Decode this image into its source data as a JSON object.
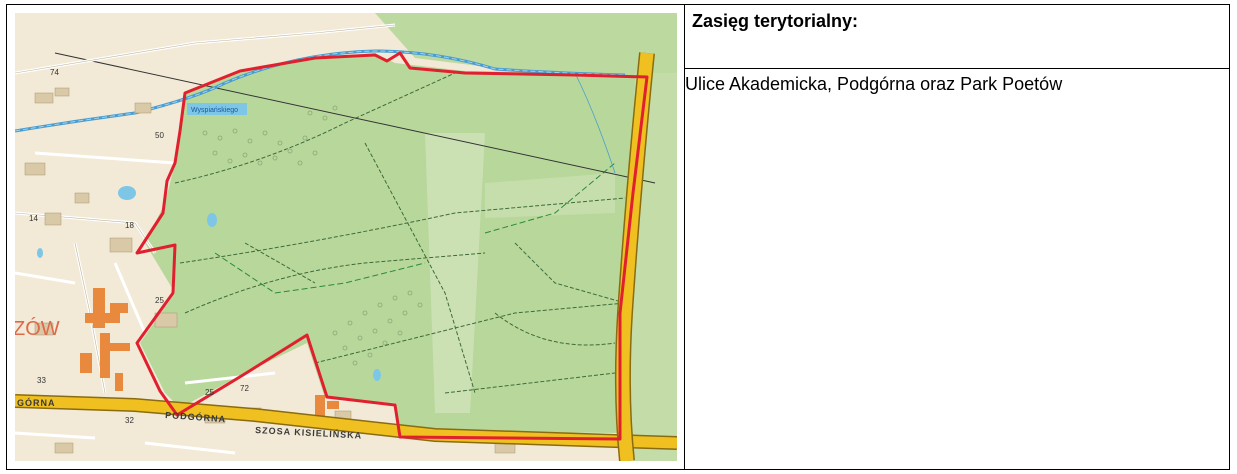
{
  "header": {
    "title": "Zasięg terytorialny:"
  },
  "description": {
    "text": "Ulice Akademicka, Podgórna oraz Park Poetów"
  },
  "map": {
    "labels": {
      "street_south": "SZOSA KISIELIŃSKA",
      "street_west": "GÓRNA",
      "street_podgorna": "PODGÓRNA",
      "district_fragment": "ZÓW",
      "water_label": "Wyspiańskiego",
      "num_74": "74",
      "num_14": "14",
      "num_18": "18",
      "num_25": "25",
      "num_32": "32",
      "num_72": "72",
      "num_25b": "25",
      "num_33": "33",
      "num_50": "50"
    },
    "colors": {
      "forest": "#b8d79b",
      "urban": "#f2ead6",
      "boundary": "#e0202e",
      "road": "#f0c020",
      "water": "#7ec6e6",
      "path": "#3d6b3a",
      "building": "#e8893d"
    }
  }
}
